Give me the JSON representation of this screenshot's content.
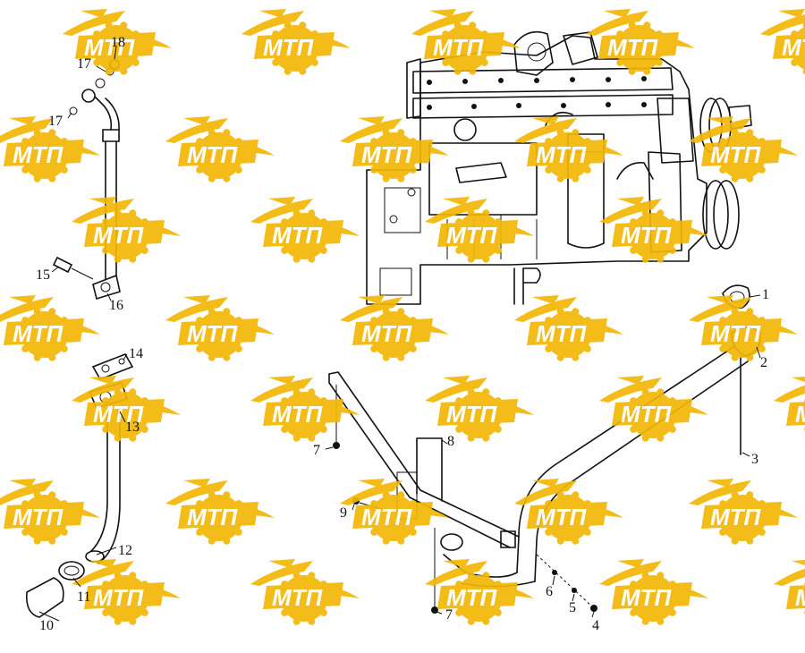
{
  "watermark": {
    "text": "МТП",
    "color": "#f2b705",
    "icon": "mtp-logo-icon"
  },
  "callouts": [
    {
      "id": "c1",
      "text": "1"
    },
    {
      "id": "c2",
      "text": "2"
    },
    {
      "id": "c3",
      "text": "3"
    },
    {
      "id": "c4",
      "text": "4"
    },
    {
      "id": "c5",
      "text": "5"
    },
    {
      "id": "c6",
      "text": "6"
    },
    {
      "id": "c7a",
      "text": "7"
    },
    {
      "id": "c7b",
      "text": "7"
    },
    {
      "id": "c8",
      "text": "8"
    },
    {
      "id": "c9",
      "text": "9"
    },
    {
      "id": "c10",
      "text": "10"
    },
    {
      "id": "c11",
      "text": "11"
    },
    {
      "id": "c12",
      "text": "12"
    },
    {
      "id": "c13",
      "text": "13"
    },
    {
      "id": "c14",
      "text": "14"
    },
    {
      "id": "c15",
      "text": "15"
    },
    {
      "id": "c16",
      "text": "16"
    },
    {
      "id": "c17a",
      "text": "17"
    },
    {
      "id": "c17b",
      "text": "17"
    },
    {
      "id": "c18",
      "text": "18"
    }
  ]
}
